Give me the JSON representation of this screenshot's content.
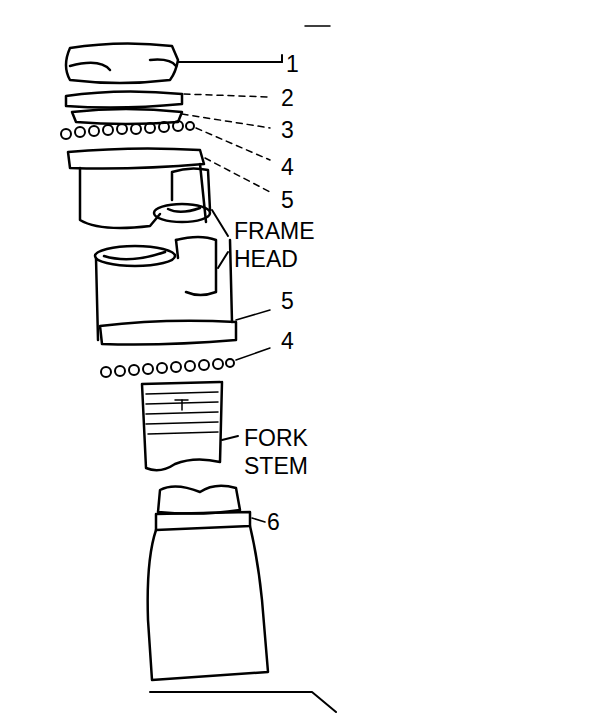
{
  "diagram": {
    "labels": [
      "1",
      "2",
      "3",
      "4",
      "5",
      "FRAME HEAD",
      "5",
      "4",
      "FORK STEM",
      "6"
    ]
  }
}
